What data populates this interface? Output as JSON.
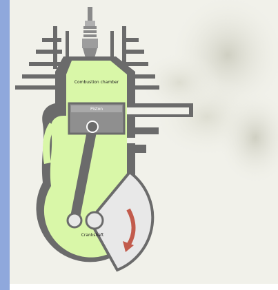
{
  "labels": {
    "combustion_chamber": "Combustion chamber",
    "piston": "Piston",
    "crankshaft": "Crankshaft"
  },
  "colors": {
    "fuel_mix": "#d9f7a8",
    "engine_wall": "#6b6b6b",
    "piston": "#8f8f8f",
    "crank_disc": "#e8e8e8",
    "rotation_arrow": "#c25b4c",
    "left_bar": "#8fa8dc"
  },
  "icons": {
    "spark_plug": "spark-plug-icon",
    "rotation": "rotation-arrow-icon"
  }
}
